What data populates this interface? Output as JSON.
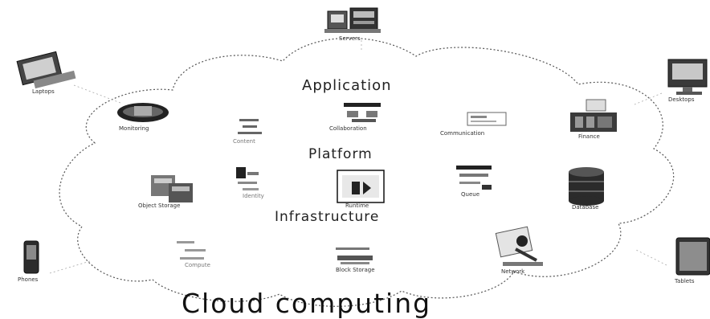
{
  "title": "Cloud computing",
  "tiers": {
    "application": "Application",
    "platform": "Platform",
    "infrastructure": "Infrastructure"
  },
  "inside_items": {
    "monitoring": "Monitoring",
    "content": "Content",
    "collaboration": "Collaboration",
    "communication": "Communication",
    "finance": "Finance",
    "object_storage": "Object Storage",
    "identity": "Identity",
    "runtime": "Runtime",
    "queue": "Queue",
    "database": "Database",
    "compute": "Compute",
    "block_storage": "Block Storage",
    "network": "Network"
  },
  "outside_devices": {
    "servers": "Servers",
    "laptops": "Laptops",
    "desktops": "Desktops",
    "phones": "Phones",
    "tablets": "Tablets"
  }
}
